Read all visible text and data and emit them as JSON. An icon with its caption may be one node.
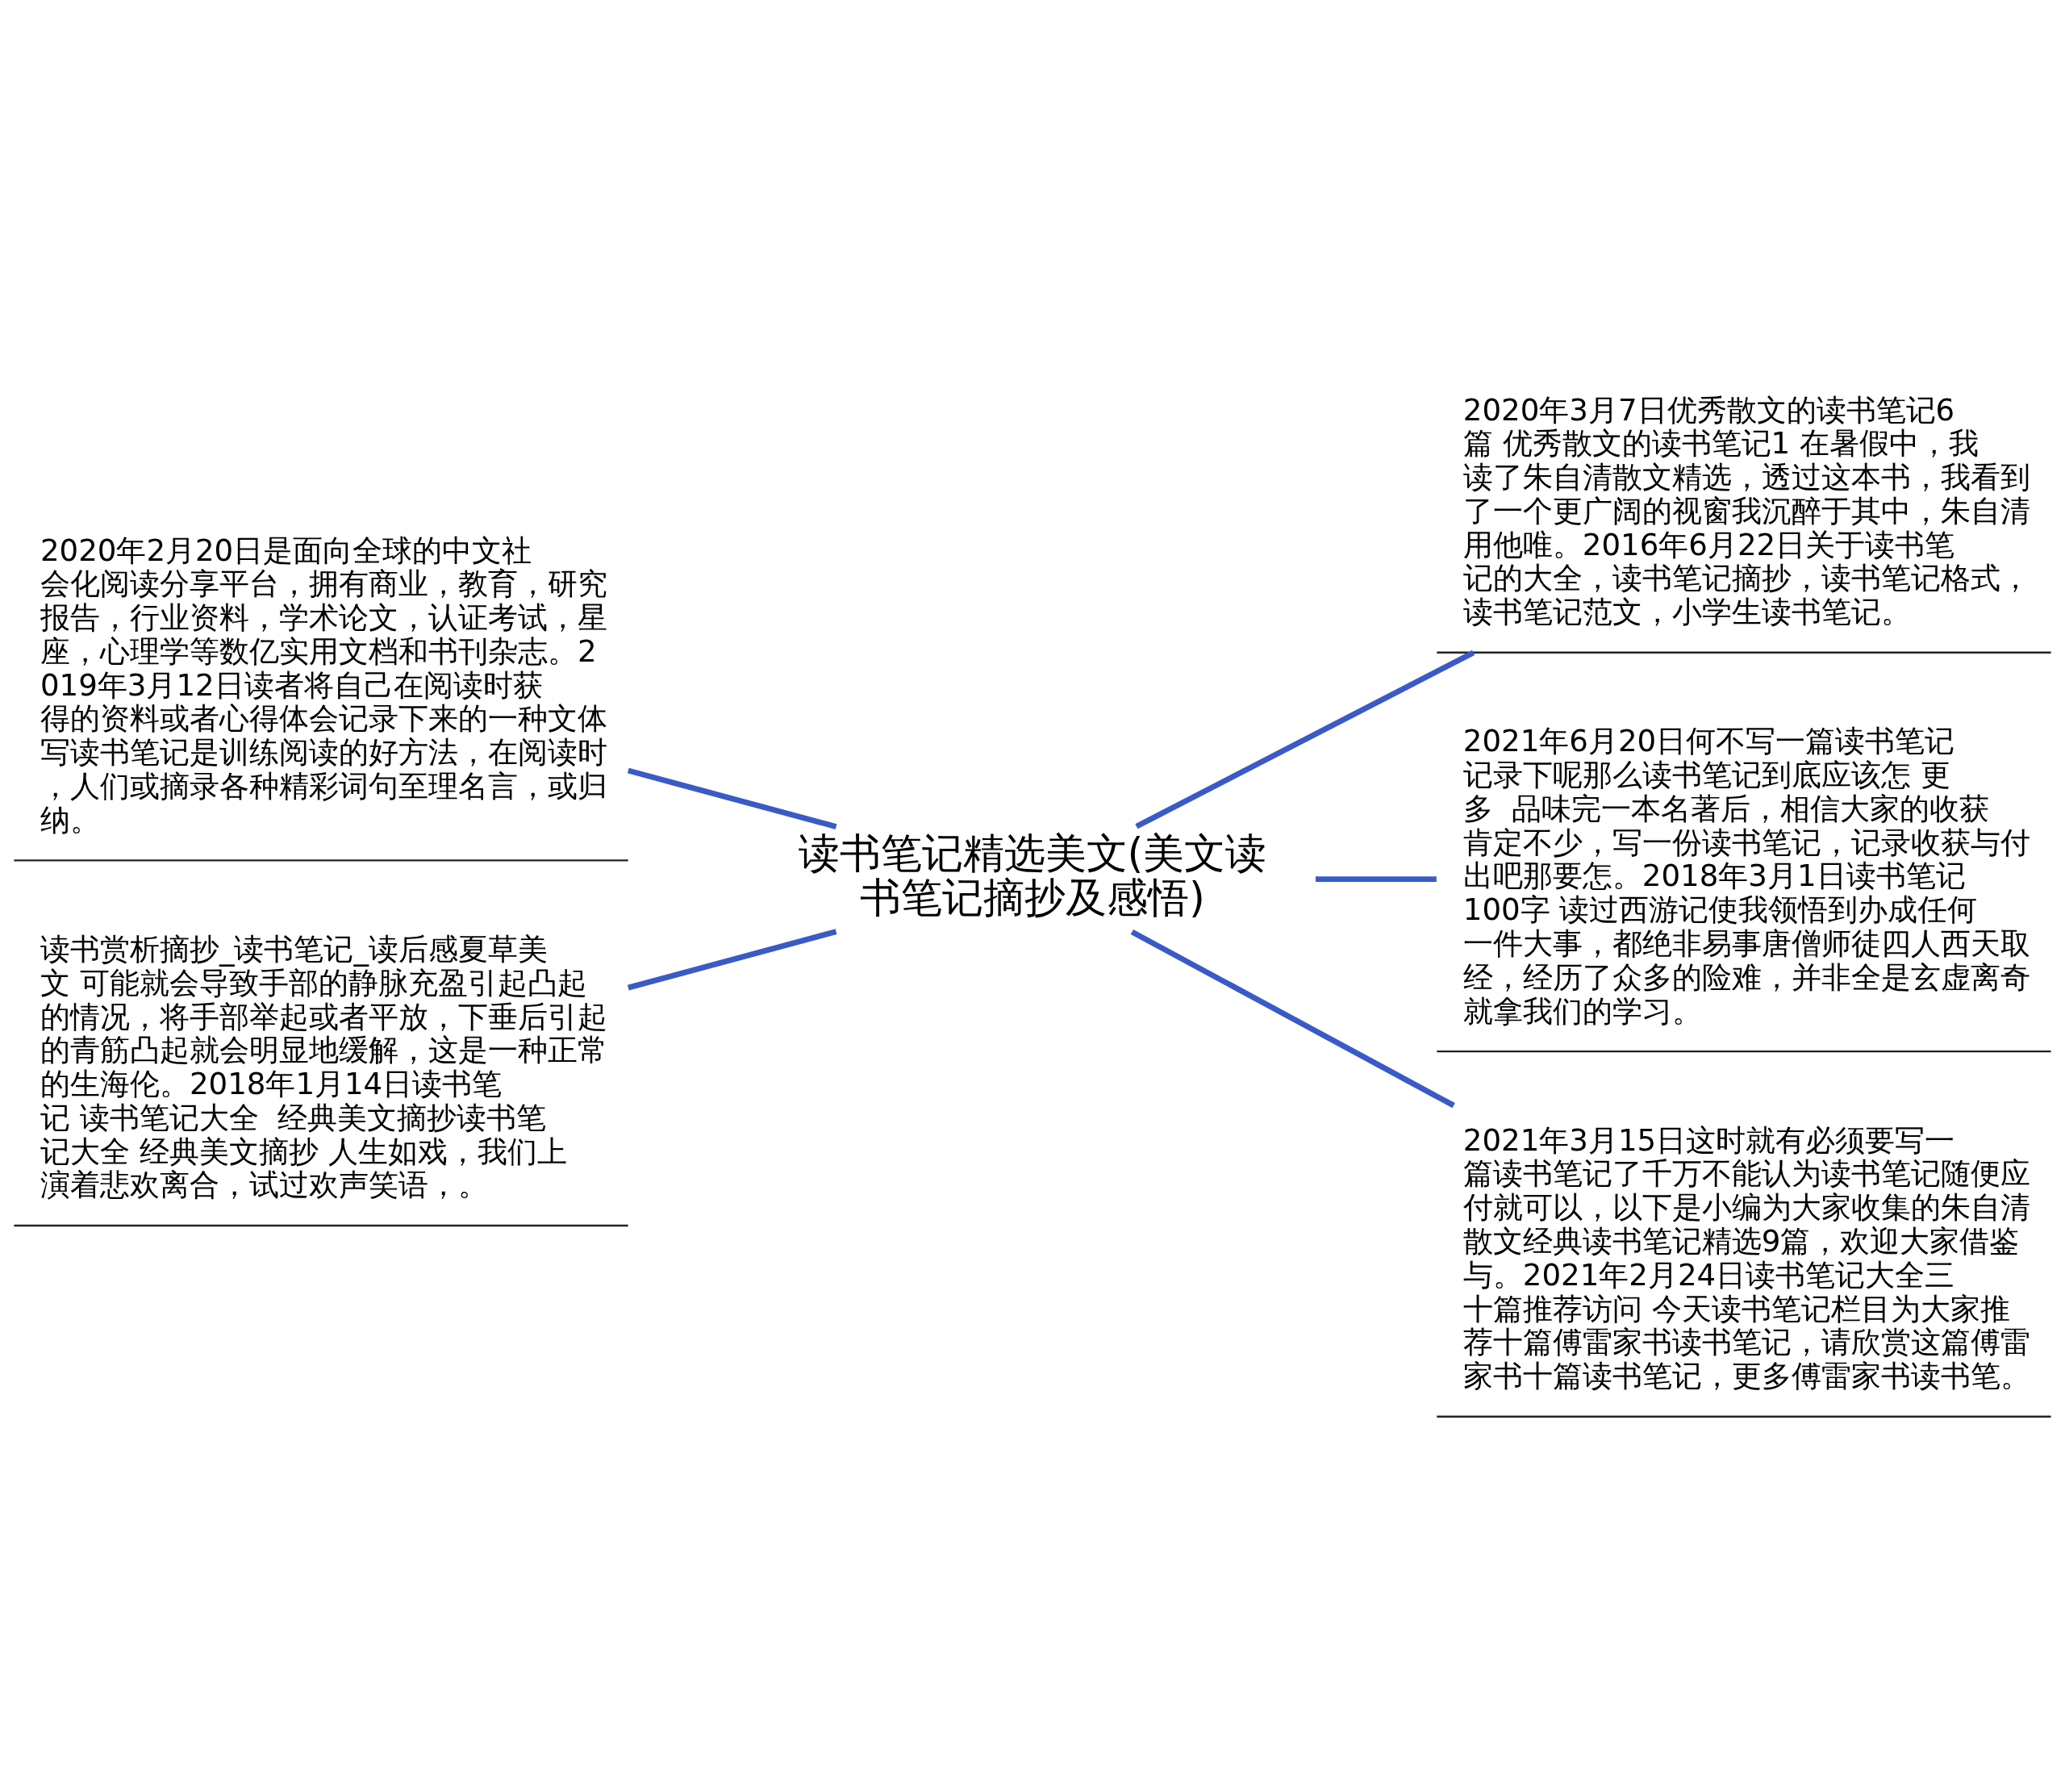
{
  "diagram": {
    "nodes": [
      {
        "text": [
          "读书笔记精选美文(美文读书笔记摘抄及感悟)"
        ]
      },
      {
        "text": [
          "2020年2月20日是面向全球的中文社会化阅读分享平台，拥有商业，教育，研究报告，行业资料，学术论文，认证考试，星座，心理学等数亿实用文档和书刊杂志。2019年3月12日读者将自己在阅读时获得的资料或者心得体会记录下来的一种文体写读书笔记是训练阅读的好方法，在阅读时，人们或摘录各种精彩词句至理名言，或归纳。"
        ]
      },
      {
        "text": [
          "读书赏析摘抄_读书笔记_读后感夏草美文 可能就会导致手部的静脉充盈引起凸起的情况，将手部举起或者平放，下垂后引起的青筋凸起就会明显地缓解，这是一种正常的生海伦。2018年1月14日读书笔记 读书笔记大全  经典美文摘抄读书笔记大全 经典美文摘抄 人生如戏，我们上演着悲欢离合，试过欢声笑语，。"
        ]
      },
      {
        "text": [
          "2020年3月7日优秀散文的读书笔记6篇 优秀散文的读书笔记1 在暑假中，我读了朱自清散文精选，透过这本书，我看到了一个更广阔的视窗我沉醉于其中，朱自清用他唯。2016年6月22日关于读书笔记的大全，读书笔记摘抄，读书笔记格式，读书笔记范文，小学生读书笔记。"
        ]
      },
      {
        "text": [
          "2021年6月20日何不写一篇读书笔记记录下呢那么读书笔记到底应该怎 更多  品味完一本名著后，相信大家的收获肯定不少，写一份读书笔记，记录收获与付出吧那要怎。2018年3月1日读书笔记100字 读过西游记使我领悟到办成任何一件大事，都绝非易事唐僧师徒四人西天取经，经历了众多的险难，并非全是玄虚离奇就拿我们的学习。"
        ]
      },
      {
        "text": [
          "2021年3月15日这时就有必须要写一篇读书笔记了千万不能认为读书笔记随便应付就可以，以下是小编为大家收集的朱自清散文经典读书笔记精选9篇，欢迎大家借鉴与。2021年2月24日读书笔记大全三十篇推荐访问 今天读书笔记栏目为大家推荐十篇傅雷家书读书笔记，请欣赏这篇傅雷家书十篇读书笔记，更多傅雷家书读书笔。"
        ]
      }
    ],
    "edges": [
      {
        "from": 0,
        "to": 1,
        "arrow": "none"
      },
      {
        "from": 0,
        "to": 2,
        "arrow": "none"
      },
      {
        "from": 0,
        "to": 3,
        "arrow": "none"
      },
      {
        "from": 0,
        "to": 4,
        "arrow": "none"
      },
      {
        "from": 0,
        "to": 5,
        "arrow": "none"
      }
    ]
  }
}
